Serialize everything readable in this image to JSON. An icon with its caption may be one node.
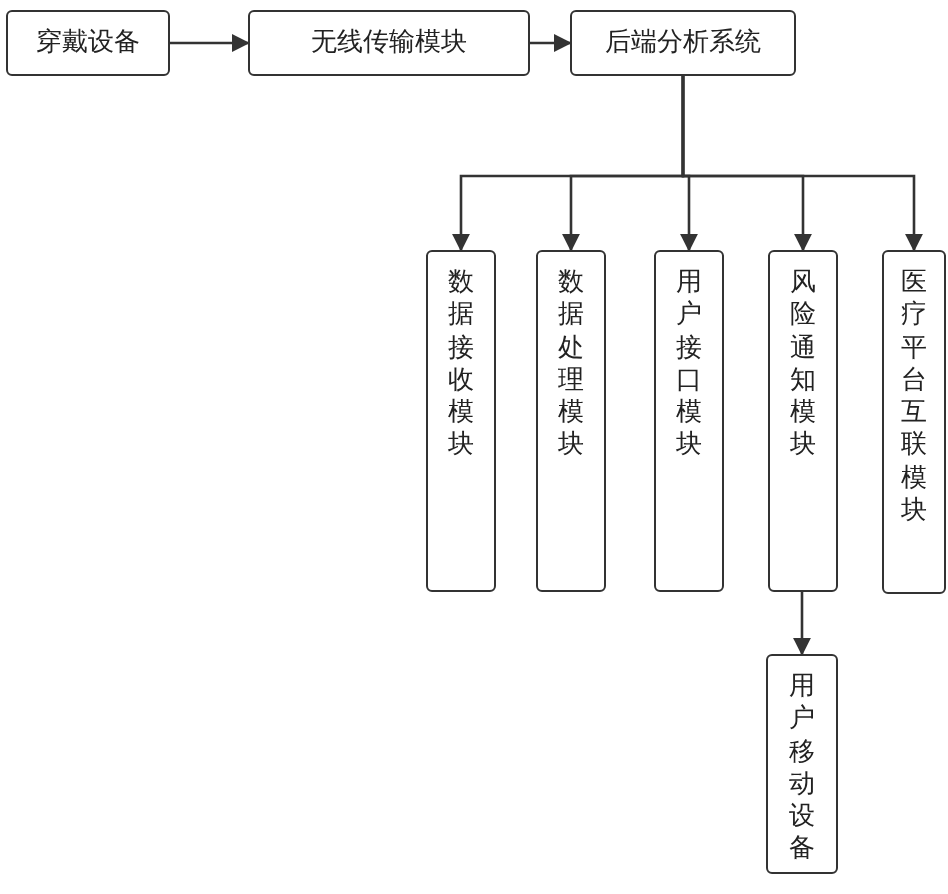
{
  "diagram": {
    "nodes": [
      {
        "text": [
          "穿戴设备"
        ]
      },
      {
        "text": [
          "无线传输模块"
        ]
      },
      {
        "text": [
          "后端分析系统"
        ]
      },
      {
        "text": [
          "数据接收模块"
        ]
      },
      {
        "text": [
          "数据处理模块"
        ]
      },
      {
        "text": [
          "用户接口模块"
        ]
      },
      {
        "text": [
          "风险通知模块"
        ]
      },
      {
        "text": [
          "医疗平台互联模块"
        ]
      },
      {
        "text": [
          "用户移动设备"
        ]
      }
    ],
    "edges": [
      {
        "from": 0,
        "to": 1,
        "arrow": "to"
      },
      {
        "from": 1,
        "to": 2,
        "arrow": "to"
      },
      {
        "from": 2,
        "to": 3,
        "arrow": "to"
      },
      {
        "from": 2,
        "to": 4,
        "arrow": "to"
      },
      {
        "from": 2,
        "to": 5,
        "arrow": "to"
      },
      {
        "from": 2,
        "to": 6,
        "arrow": "to"
      },
      {
        "from": 2,
        "to": 7,
        "arrow": "to"
      },
      {
        "from": 6,
        "to": 8,
        "arrow": "to"
      }
    ]
  }
}
